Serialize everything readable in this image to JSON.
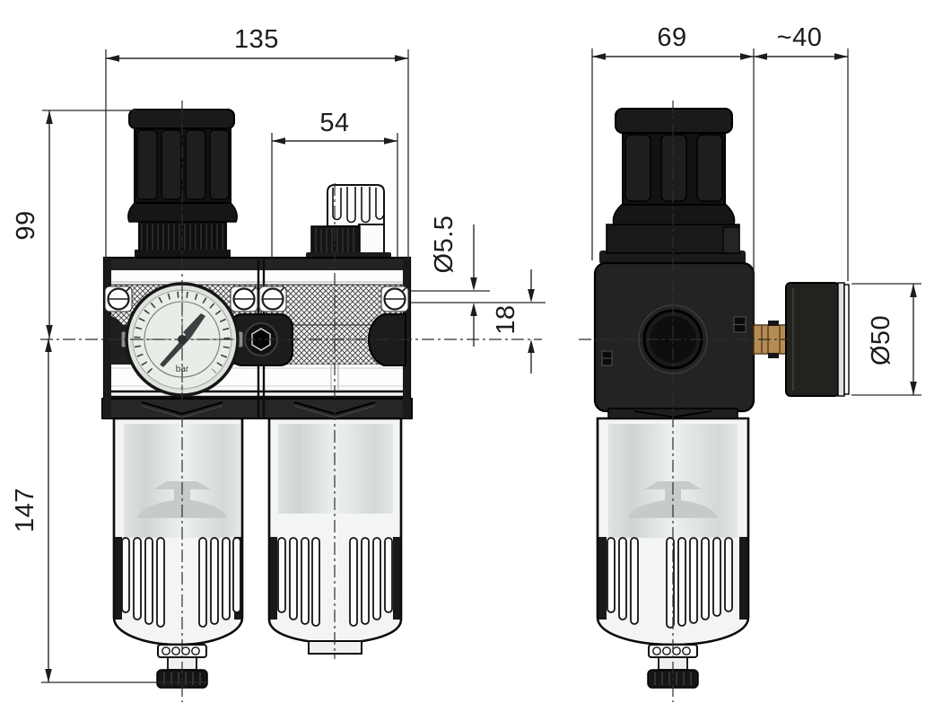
{
  "drawing": {
    "front_view": {
      "dim_total_width": "135",
      "dim_lubricator_width": "54",
      "dim_height_above_center": "99",
      "dim_height_below_center": "147",
      "dim_mount_hole": "Ø5.5",
      "dim_port_offset": "18",
      "gauge_unit": "bar"
    },
    "side_view": {
      "dim_body_width": "69",
      "dim_gauge_depth": "~40",
      "dim_gauge_diameter": "Ø50"
    },
    "colors": {
      "body_black": "#1f1f1d",
      "bowl_grey": "#f3f4f4",
      "brass": "#b58c52",
      "gauge_face": "#e9ede7",
      "line": "#1a1a1a",
      "background": "#ffffff"
    }
  }
}
